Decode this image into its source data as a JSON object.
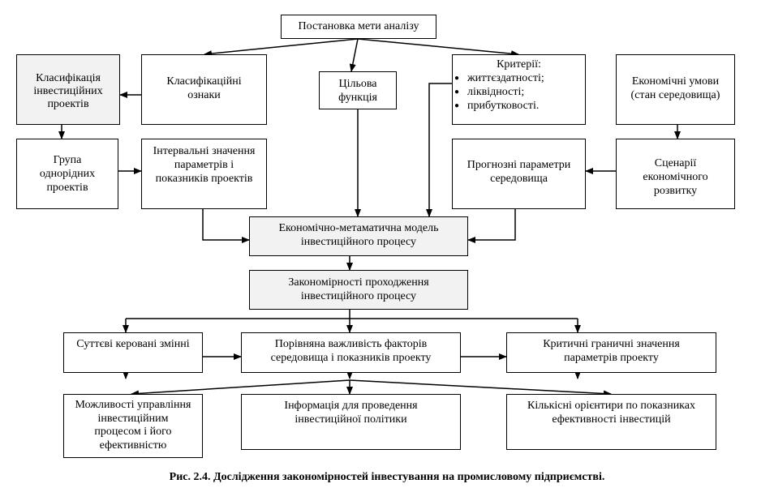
{
  "diagram": {
    "nodes": {
      "goal": [
        "Постановка мети аналізу"
      ],
      "classification": [
        "Класифікація",
        "інвестиційних",
        "проектів"
      ],
      "class_features": [
        "Класифікаційні",
        "ознаки"
      ],
      "target_function": [
        "Цільова",
        "функція"
      ],
      "criteria_title": "Критерії:",
      "criteria_items": [
        "життєздатності;",
        "ліквідності;",
        "прибутковості."
      ],
      "econ_conditions": [
        "Економічні умови",
        "(стан середовища)"
      ],
      "homogeneous_group": [
        "Група",
        "однорідних",
        "проектів"
      ],
      "interval_values": [
        "Інтервальні значення",
        "параметрів і",
        "показників проектів"
      ],
      "forecast_params": [
        "Прогнозні параметри",
        "середовища"
      ],
      "scenarios": [
        "Сценарії",
        "економічного",
        "розвитку"
      ],
      "model": [
        "Економічно-метаматична модель",
        "інвестиційного процесу"
      ],
      "regularities": [
        "Закономірності проходження",
        "інвестиційного процесу"
      ],
      "controlled_vars": [
        "Суттєві керовані змінні"
      ],
      "factor_importance": [
        "Порівняна важливість факторів",
        "середовища і показників проекту"
      ],
      "critical_values": [
        "Критичні граничні значення",
        "параметрів проекту"
      ],
      "control_options": [
        "Можливості управління",
        "інвестиційним",
        "процесом і його",
        "ефективністю"
      ],
      "policy_info": [
        "Інформація для проведення",
        "інвестиційної політики"
      ],
      "quant_guides": [
        "Кількісні орієнтири по показниках",
        "ефективності інвестицій"
      ]
    },
    "caption": "Рис. 2.4. Дослідження закономірностей інвестування на промисловому підприємстві."
  }
}
